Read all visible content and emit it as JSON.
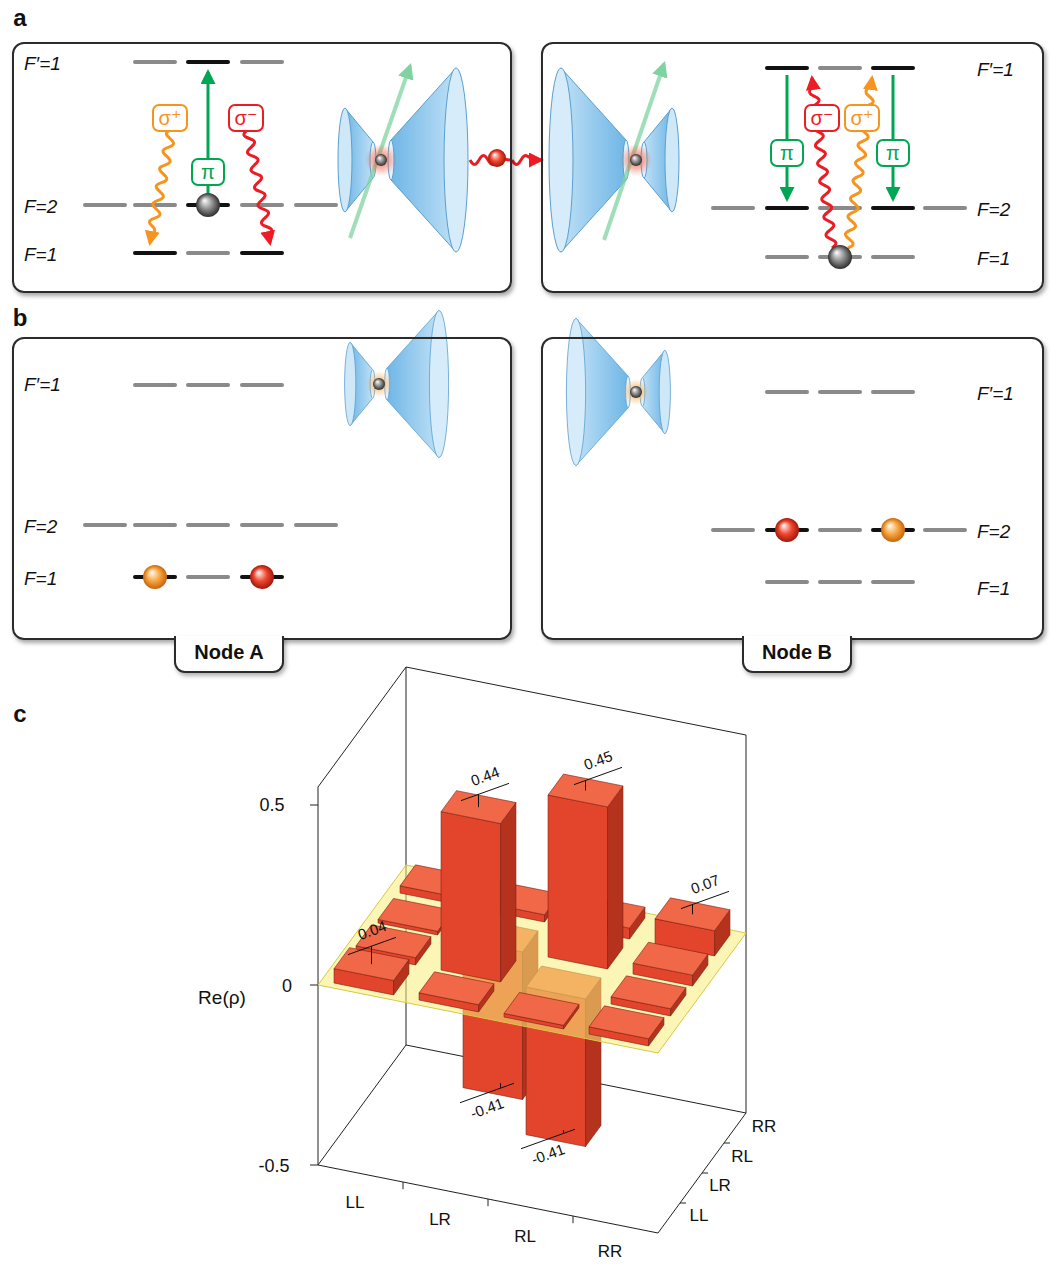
{
  "diagram": {
    "nodes": [
      {
        "text": [
          "F′=1",
          "F=2",
          "F=1"
        ]
      },
      {
        "text": [
          "σ⁺"
        ],
        "in": 0
      },
      {
        "text": [
          "σ⁻"
        ],
        "in": 0
      },
      {
        "text": [
          "π"
        ],
        "in": 0
      },
      {
        "text": [
          "F′=1",
          "F=2",
          "F=1"
        ]
      },
      {
        "text": [
          "π"
        ],
        "in": 4
      },
      {
        "text": [
          "σ⁻"
        ],
        "in": 4
      },
      {
        "text": [
          "σ⁺"
        ],
        "in": 4
      },
      {
        "text": [
          "π"
        ],
        "in": 4
      },
      {
        "text": [
          "Node A",
          "F′=1",
          "F=2",
          "F=1"
        ]
      },
      {
        "text": [
          "Node B",
          "F′=1",
          "F=2",
          "F=1"
        ]
      }
    ],
    "edges": [
      {
        "from": 0,
        "to": 4,
        "arrow": "to"
      }
    ],
    "labels": [
      "a",
      "b",
      "c",
      "Re(ρ)",
      "0.5",
      "0",
      "-0.5",
      "LL",
      "LR",
      "RL",
      "RR",
      "LL",
      "LR",
      "RL",
      "RR",
      "0.04",
      "0.44",
      "0.45",
      "0.07",
      "-0.41",
      "-0.41"
    ]
  }
}
